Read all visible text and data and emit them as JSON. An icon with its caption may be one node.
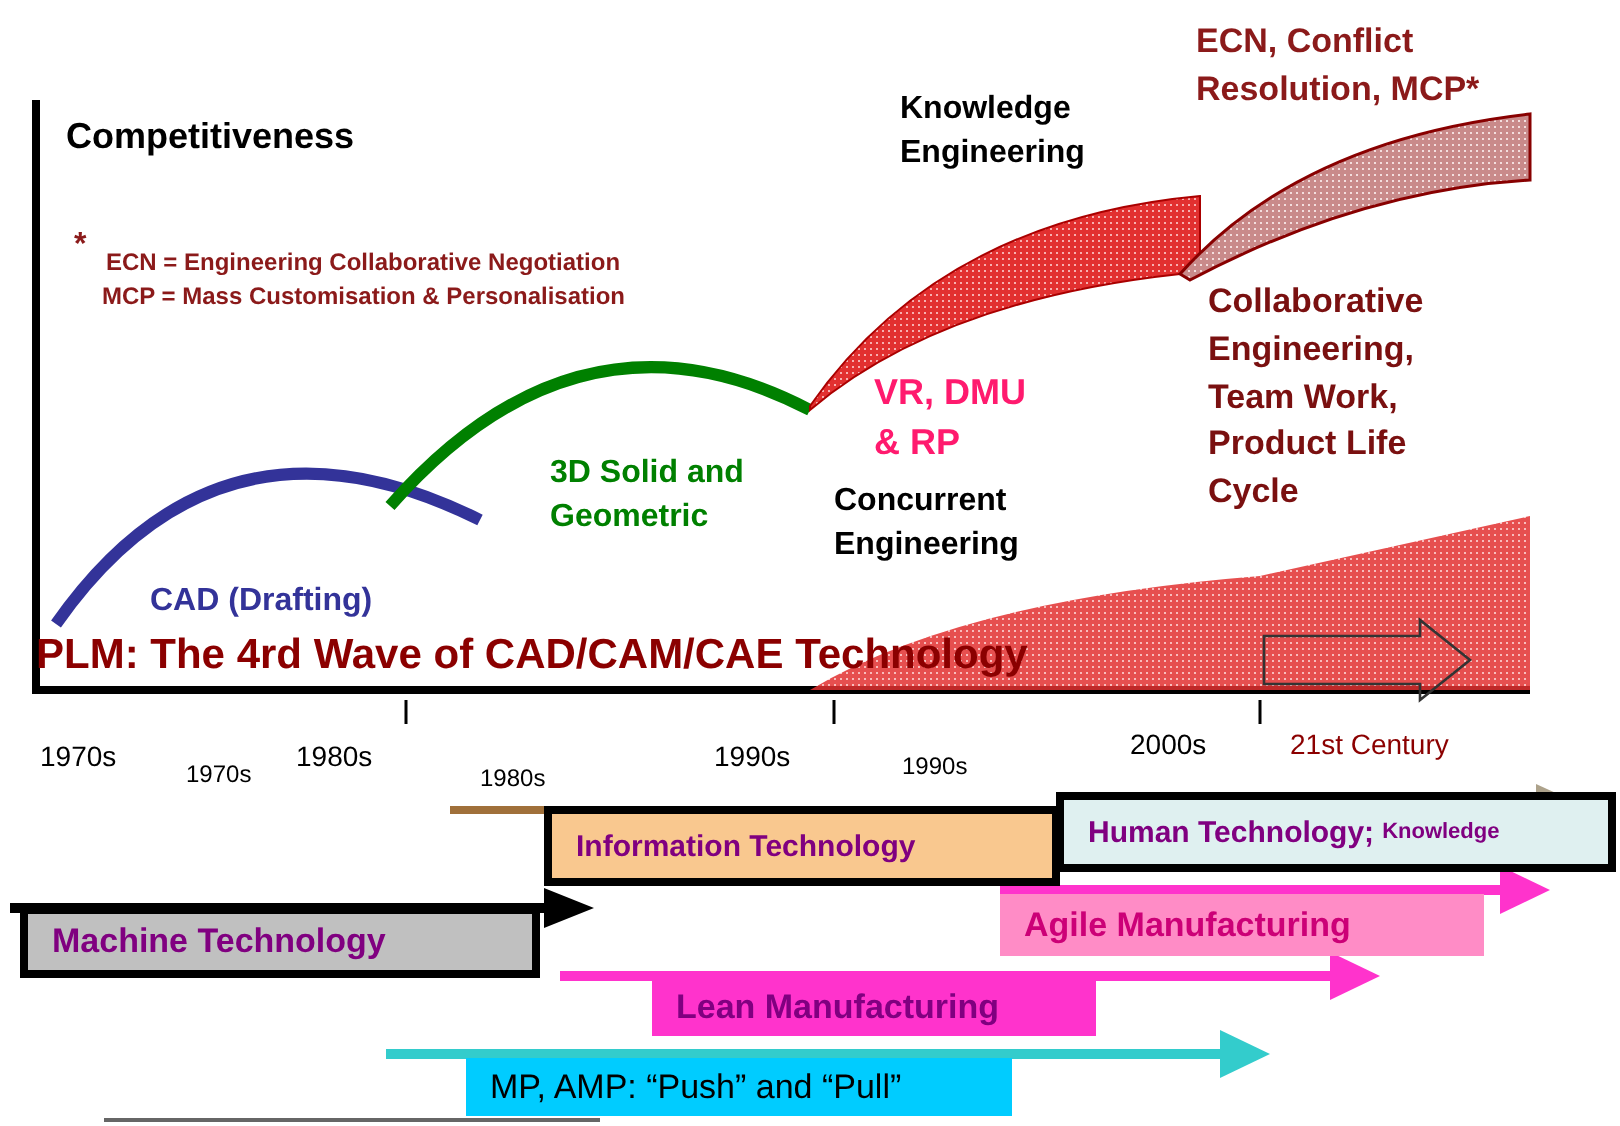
{
  "diagram": {
    "nodes": [
      {
        "text": [
          "Information Technology"
        ]
      },
      {
        "text": [
          "Human Technology;",
          "Knowledge"
        ]
      },
      {
        "text": [
          "Machine Technology"
        ]
      },
      {
        "text": [
          "Agile  Manufacturing"
        ]
      },
      {
        "text": [
          "Lean  Manufacturing"
        ]
      },
      {
        "text": [
          "MP, AMP: “Push” and “Pull”"
        ]
      }
    ],
    "labels": [
      "Competitiveness",
      "*",
      "ECN = Engineering Collaborative Negotiation",
      "MCP = Mass Customisation & Personalisation",
      "ECN, Conflict Resolution, MCP*",
      "Knowledge Engineering",
      "3D Solid and Geometric",
      "VR, DMU & RP",
      "Concurrent Engineering",
      "Collaborative Engineering, Team Work, Product Life Cycle",
      "CAD (Drafting)",
      "PLM: The 4rd Wave of CAD/CAM/CAE Technology",
      "1970s",
      "1970s",
      "1980s",
      "1980s",
      "1990s",
      "1990s",
      "2000s",
      "21st Century"
    ]
  }
}
